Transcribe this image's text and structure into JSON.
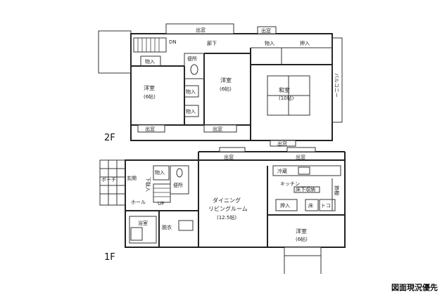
{
  "floors": {
    "second": {
      "label": "2F",
      "rooms": {
        "west": {
          "name": "洋室",
          "size": "(6帖)"
        },
        "middle": {
          "name": "洋室",
          "size": "(6帖)"
        },
        "washitsu": {
          "name": "和室",
          "size": "(10帖)"
        }
      },
      "hall": "廊下",
      "toilet": "便所",
      "storage": "物入",
      "closet": "押入",
      "balcony": "バルコニー",
      "window": "出窓",
      "down": "DN"
    },
    "first": {
      "label": "1F",
      "rooms": {
        "ldk": {
          "name": "ダイニング",
          "name2": "リビングルーム",
          "size": "(12.5帖)"
        },
        "kitchen": "キッチン",
        "western": {
          "name": "洋室",
          "size": "(6帖)"
        },
        "entrance": "玄関",
        "porch": "ポーチ",
        "hall": "ホール",
        "bath": "浴室",
        "wash": "脱衣",
        "toilet": "便所",
        "shoebox": "下駄入",
        "storage": "物入",
        "closet": "押入",
        "tokonoma": "床",
        "alcove": "トコ",
        "pantry": "床下収納",
        "shelf": "飾棚",
        "up": "UP",
        "fridge": "冷蔵",
        "window": "出窓"
      }
    }
  },
  "footer": {
    "note": "図面現況優先"
  }
}
